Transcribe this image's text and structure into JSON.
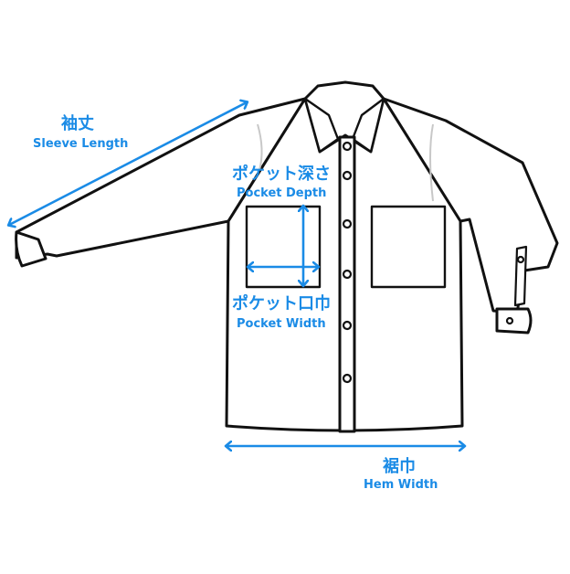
{
  "colors": {
    "accent": "#1a8be6",
    "outline": "#111111",
    "seam": "#c8c8c8",
    "background": "#ffffff"
  },
  "labels": {
    "sleeve_length": {
      "jp": "袖丈",
      "en": "Sleeve Length"
    },
    "pocket_depth": {
      "jp": "ポケット深さ",
      "en": "Pocket Depth"
    },
    "pocket_width": {
      "jp": "ポケット口巾",
      "en": "Pocket Width"
    },
    "hem_width": {
      "jp": "裾巾",
      "en": "Hem Width"
    }
  },
  "icons": {
    "arrow": "double-headed-arrow-icon",
    "garment": "long-sleeve-shirt-icon"
  }
}
